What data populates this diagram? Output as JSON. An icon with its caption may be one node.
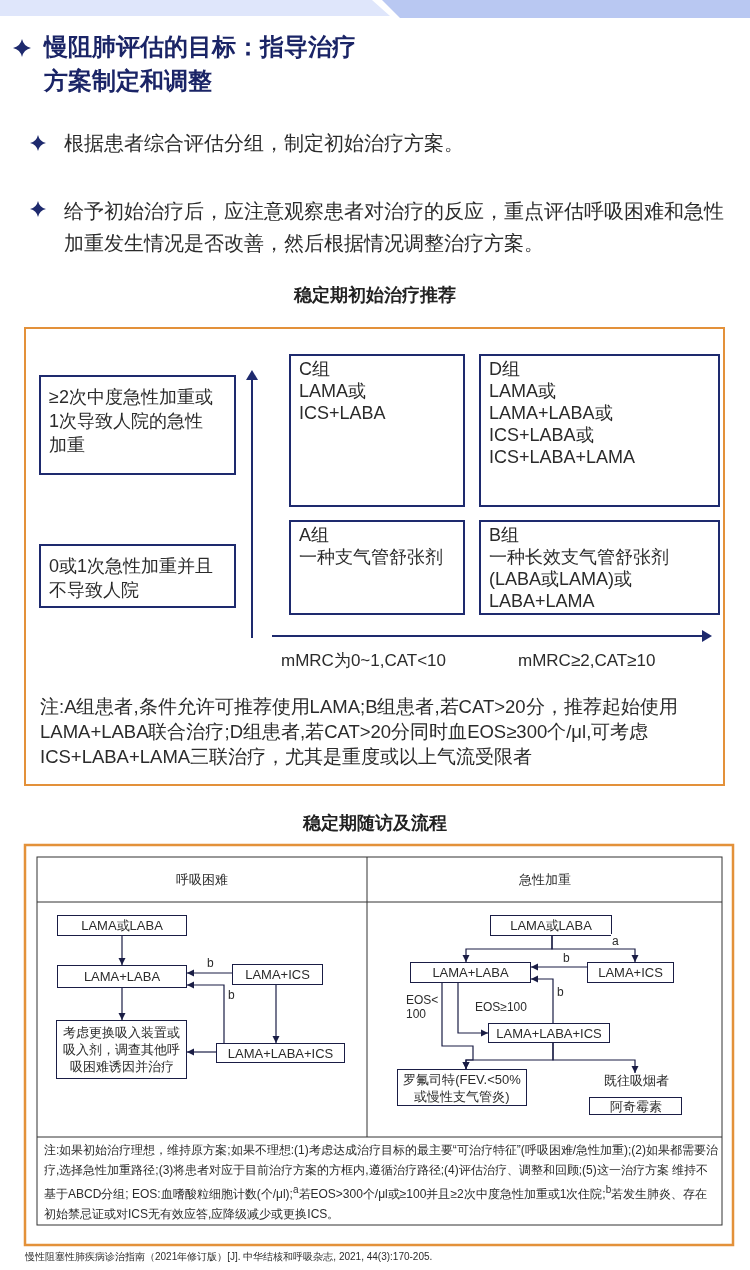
{
  "diagram": {
    "title": "慢阻肺评估的目标：指导治疗方案制定和调整",
    "nodes": [
      {
        "text": [
          "≥2次中度急性加重或1次导致人院的急性加重"
        ]
      },
      {
        "text": [
          "C组",
          "LAMA或 ICS+LABA"
        ]
      },
      {
        "text": [
          "D组",
          "LAMA或 LAMA+LABA或 ICS+LABA或 ICS+LABA+LAMA"
        ]
      },
      {
        "text": [
          "0或1次急性加重并且不导致人院"
        ]
      },
      {
        "text": [
          "A组",
          "一种支气管舒张剂"
        ]
      },
      {
        "text": [
          "B组",
          "一种长效支气管舒张剂 (LABA或LAMA)或 LABA+LAMA"
        ]
      },
      {
        "text": [
          "LAMA或LABA"
        ]
      },
      {
        "text": [
          "LAMA+LABA"
        ]
      },
      {
        "text": [
          "LAMA+ICS"
        ]
      },
      {
        "text": [
          "考虑更换吸入装置或吸入剂，调查其他呼吸困难诱因并治疗"
        ]
      },
      {
        "text": [
          "LAMA+LABA+ICS"
        ]
      },
      {
        "text": [
          "LAMA或LABA"
        ]
      },
      {
        "text": [
          "LAMA+LABA"
        ]
      },
      {
        "text": [
          "LAMA+ICS"
        ]
      },
      {
        "text": [
          "LAMA+LABA+ICS"
        ]
      },
      {
        "text": [
          "罗氟司特(FEV.<50%或慢性支气管炎)"
        ]
      },
      {
        "text": [
          "既往吸烟者"
        ]
      },
      {
        "text": [
          "阿奇霉素"
        ]
      }
    ],
    "edges": [
      {
        "from": 6,
        "to": 7,
        "arrow": "to"
      },
      {
        "from": 8,
        "to": 7,
        "arrow": "to",
        "label": "b"
      },
      {
        "from": 10,
        "to": 7,
        "arrow": "to",
        "label": "b"
      },
      {
        "from": 7,
        "to": 9,
        "arrow": "to"
      },
      {
        "from": 8,
        "to": 10,
        "arrow": "to"
      },
      {
        "from": 10,
        "to": 9,
        "arrow": "to"
      },
      {
        "from": 11,
        "to": 12,
        "arrow": "to"
      },
      {
        "from": 11,
        "to": 13,
        "arrow": "to",
        "label": "a"
      },
      {
        "from": 13,
        "to": 12,
        "arrow": "to",
        "label": "b"
      },
      {
        "from": 14,
        "to": 12,
        "arrow": "to",
        "label": "b"
      },
      {
        "from": 12,
        "to": 14,
        "arrow": "to",
        "label": "EOS≥100"
      },
      {
        "from": 12,
        "to": 15,
        "arrow": "to",
        "label": "EOS< 100"
      },
      {
        "from": 14,
        "to": 15,
        "arrow": "to"
      },
      {
        "from": 14,
        "to": 16,
        "arrow": "to"
      }
    ],
    "labels": [
      "根据患者综合评估分组，制定初始治疗方案。",
      "给予初始治疗后，应注意观察患者对治疗的反应，重点评估呼吸困难和急性加重发生情况是否改善，然后根据情况调整治疗方案。",
      "稳定期初始治疗推荐",
      "mMRC为0~1,CAT<10",
      "mMRC≥2,CAT≥10",
      "注:A组患者,条件允许可推荐使用LAMA;B组患者,若CAT>20分，推荐起始使用LAMA+LABA联合治疗;D组患者,若CAT>20分同时血EOS≥300个/μl,可考虑ICS+LABA+LAMA三联治疗，尤其是重度或以上气流受限者",
      "稳定期随访及流程",
      "呼吸困难",
      "急性加重",
      "注:如果初始治疗理想，维持原方案;如果不理想:(1)考虑达成治疗目标的最主要“可治疗特征”(呼吸困难/急性加重);(2)如果都需要治疗,选择急性加重路径;(3)将患者对应于目前治疗方案的方框内,遵循治疗路径;(4)评估治疗、调整和回顾;(5)这一治疗方案 维持不基于ABCD分组; EOS:血嗜酸粒细胞计数(个/μl);$^{a}$若EOS>300个/μl或≥100并且≥2次中度急性加重或1次住院;$^{b}$若发生肺炎、存在初始禁忌证或对ICS无有效应答,应降级减少或更换ICS。",
      "慢性阻塞性肺疾病诊治指南（2021年修订版）[J]. 中华结核和呼吸杂志, 2021, 44(3):170-205."
    ]
  }
}
